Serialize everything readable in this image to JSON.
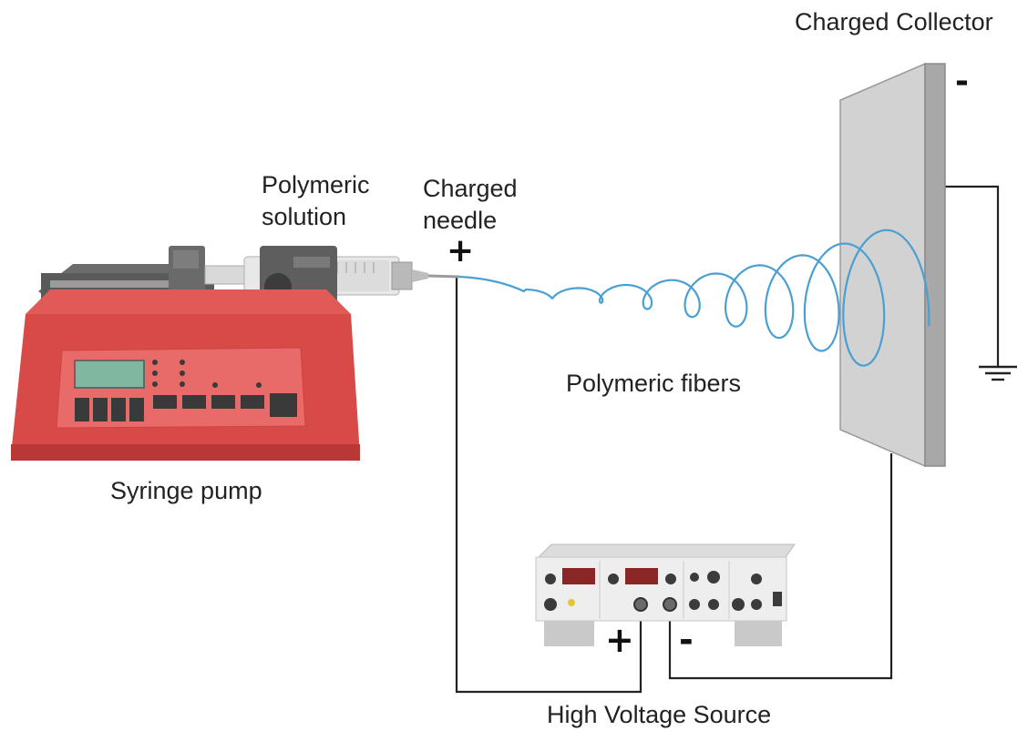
{
  "labels": {
    "charged_collector": "Charged Collector",
    "polymeric_solution_line1": "Polymeric",
    "polymeric_solution_line2": "solution",
    "charged_needle_line1": "Charged",
    "charged_needle_line2": "needle",
    "polymeric_fibers": "Polymeric fibers",
    "syringe_pump": "Syringe pump",
    "high_voltage_source": "High Voltage Source"
  },
  "signs": {
    "needle": "+",
    "collector": "-",
    "source_positive": "+",
    "source_negative": "-"
  },
  "colors": {
    "fiber": "#4a9fd3",
    "pump_body": "#d84a48",
    "collector_face": "#cfcfcf",
    "wire": "#222222"
  },
  "icons": {
    "ground": "ground-symbol-icon",
    "pump": "syringe-pump-icon",
    "source": "high-voltage-source-icon",
    "collector": "collector-plate-icon"
  }
}
